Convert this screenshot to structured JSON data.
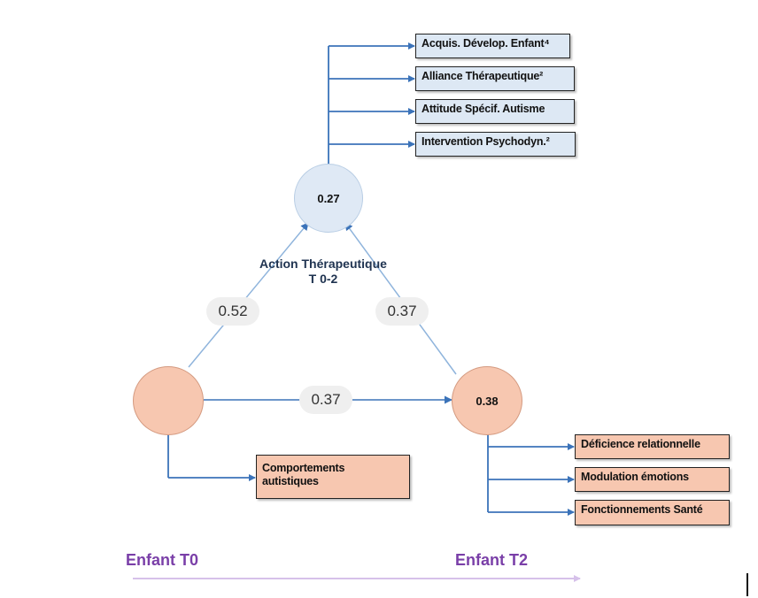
{
  "diagram": {
    "top_boxes": [
      {
        "text": "Acquis. Dévelop. Enfant⁴"
      },
      {
        "text": "Alliance Thérapeutique²"
      },
      {
        "text": "Attitude Spécif. Autisme"
      },
      {
        "text": "Intervention Psychodyn.²"
      }
    ],
    "action_node": {
      "value": "0.27"
    },
    "action_label": {
      "line1": "Action Thérapeutique",
      "line2": "T 0-2"
    },
    "left_node": {
      "value": ""
    },
    "right_node": {
      "value": "0.38"
    },
    "path_coefficients": {
      "left_to_action": "0.52",
      "right_to_action": "0.37",
      "left_to_right": "0.37"
    },
    "left_box": {
      "text": "Comportements autistiques"
    },
    "right_boxes": [
      {
        "text": "Déficience relationnelle"
      },
      {
        "text": "Modulation émotions"
      },
      {
        "text": "Fonctionnements Santé"
      }
    ],
    "timeline": {
      "start": "Enfant T0",
      "end": "Enfant T2"
    },
    "colors": {
      "line": "#3b73b9",
      "thin_line": "#8fb4dc",
      "blue_fill": "#dfe9f5",
      "peach_fill": "#f7c7b0",
      "timeline": "#7a3fa8",
      "timeline_arrow": "#d6c1ea"
    }
  }
}
